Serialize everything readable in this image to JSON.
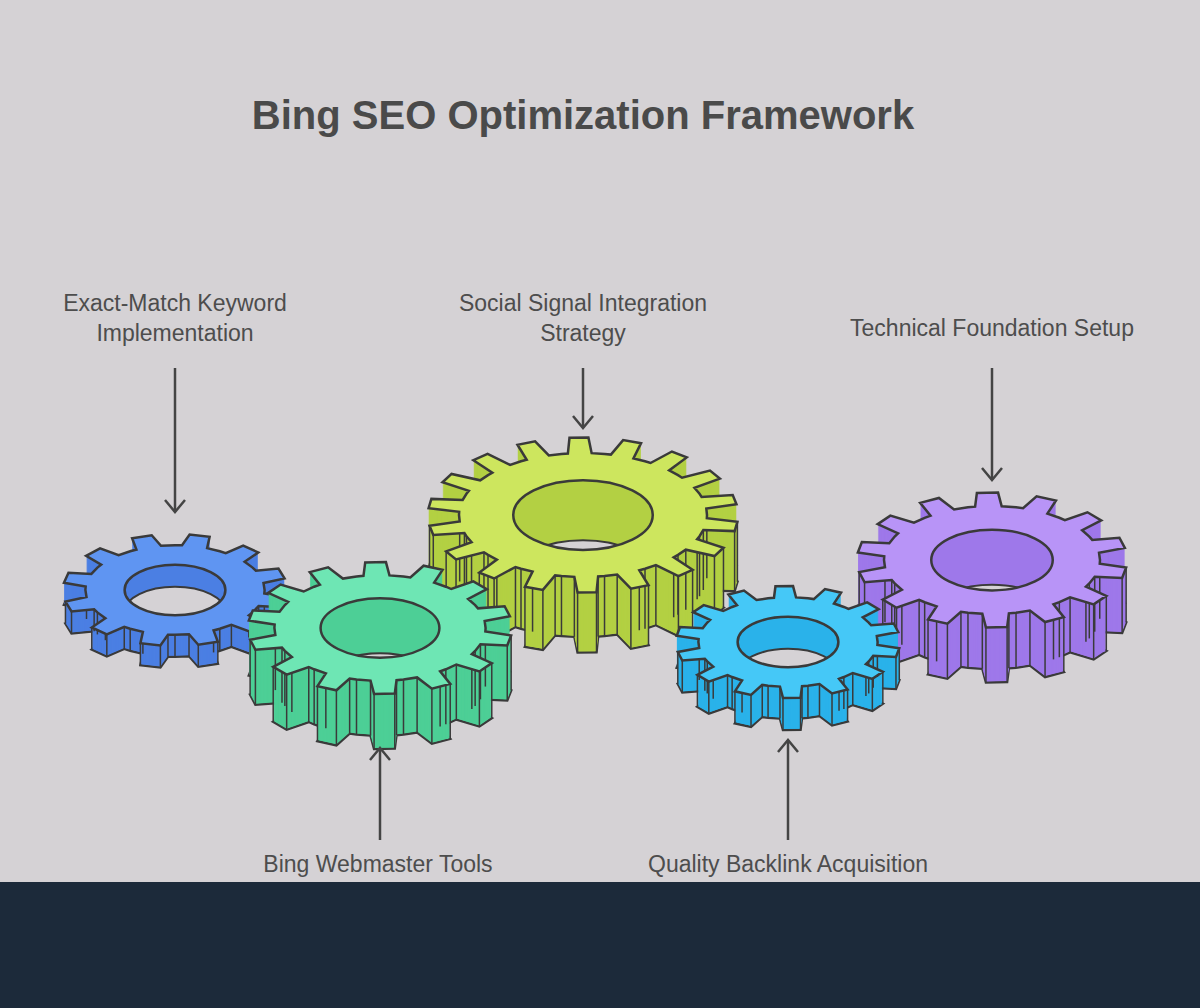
{
  "diagram": {
    "title": "Bing SEO Optimization Framework",
    "labels": [
      "Exact-Match Keyword Implementation",
      "Social Signal Integration Strategy",
      "Technical Foundation Setup",
      "Bing Webmaster Tools",
      "Quality Backlink Acquisition"
    ]
  }
}
